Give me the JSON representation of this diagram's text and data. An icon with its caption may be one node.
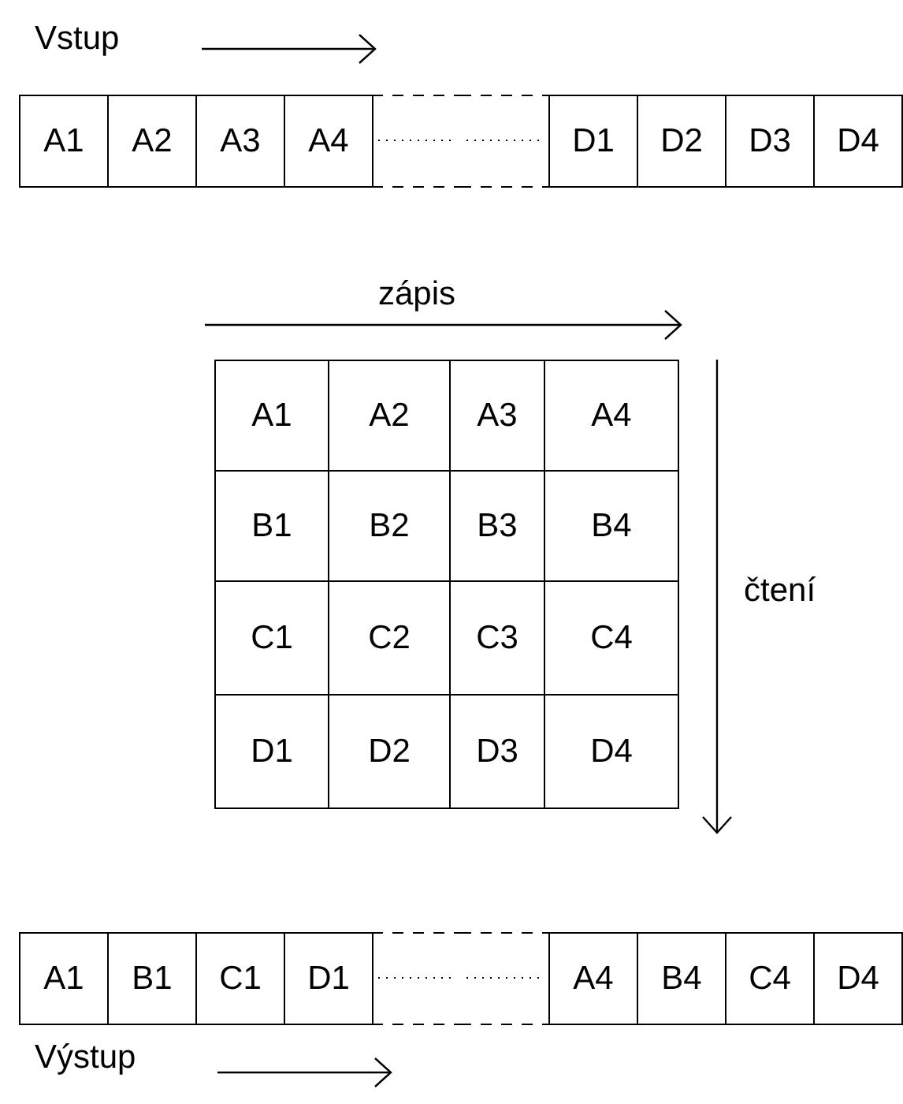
{
  "diagram": {
    "nodes": [
      {
        "text": [
          "A1"
        ]
      },
      {
        "text": [
          "A2"
        ]
      },
      {
        "text": [
          "A3"
        ]
      },
      {
        "text": [
          "A4"
        ]
      },
      {
        "text": [],
        "shape": "box"
      },
      {
        "text": [],
        "shape": "box"
      },
      {
        "text": [
          "D1"
        ]
      },
      {
        "text": [
          "D2"
        ]
      },
      {
        "text": [
          "D3"
        ]
      },
      {
        "text": [
          "D4"
        ]
      },
      {
        "text": [
          "A1"
        ]
      },
      {
        "text": [
          "A2"
        ]
      },
      {
        "text": [
          "A3"
        ]
      },
      {
        "text": [
          "A4"
        ]
      },
      {
        "text": [
          "B1"
        ]
      },
      {
        "text": [
          "B2"
        ]
      },
      {
        "text": [
          "B3"
        ]
      },
      {
        "text": [
          "B4"
        ]
      },
      {
        "text": [
          "C1"
        ]
      },
      {
        "text": [
          "C2"
        ]
      },
      {
        "text": [
          "C3"
        ]
      },
      {
        "text": [
          "C4"
        ]
      },
      {
        "text": [
          "D1"
        ]
      },
      {
        "text": [
          "D2"
        ]
      },
      {
        "text": [
          "D3"
        ]
      },
      {
        "text": [
          "D4"
        ]
      },
      {
        "text": [
          "A1"
        ]
      },
      {
        "text": [
          "B1"
        ]
      },
      {
        "text": [
          "C1"
        ]
      },
      {
        "text": [
          "D1"
        ]
      },
      {
        "text": [],
        "shape": "box"
      },
      {
        "text": [],
        "shape": "box"
      },
      {
        "text": [
          "A4"
        ]
      },
      {
        "text": [
          "B4"
        ]
      },
      {
        "text": [
          "C4"
        ]
      },
      {
        "text": [
          "D4"
        ]
      }
    ],
    "labels": [
      "Vstup",
      "zápis",
      "čtení",
      "Výstup"
    ]
  }
}
